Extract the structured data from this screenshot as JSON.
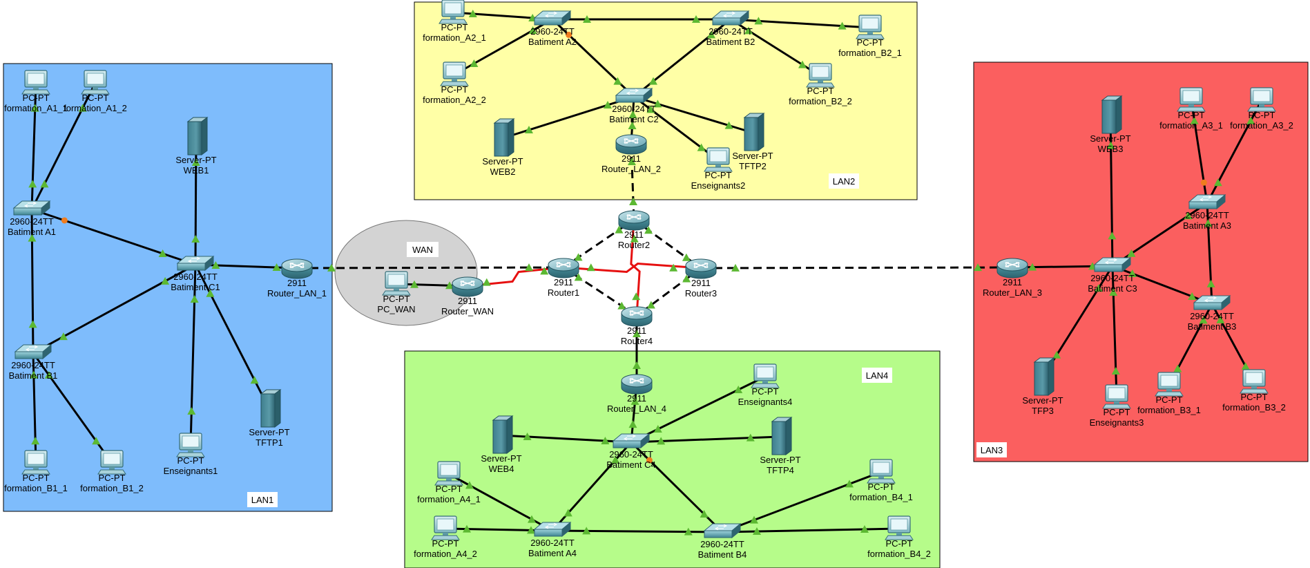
{
  "colors": {
    "lan1": "#7ebcfc",
    "lan2": "#ffffa6",
    "lan3": "#fb5f5f",
    "lan4": "#b6fc8a",
    "wan": "#d3d3d3",
    "link": "#000000",
    "serial": "#e61010",
    "port_up": "#5cb832",
    "port_warn": "#f07c1e"
  },
  "areas": {
    "lan1": "LAN1",
    "lan2": "LAN2",
    "lan3": "LAN3",
    "lan4": "LAN4",
    "wan": "WAN"
  },
  "devices": {
    "pc_a1_1": {
      "icon": "pc-icon",
      "model": "PC-PT",
      "name": "formation_A1_1"
    },
    "pc_a1_2": {
      "icon": "pc-icon",
      "model": "PC-PT",
      "name": "formation_A1_2"
    },
    "sw_a1": {
      "icon": "switch-icon",
      "model": "2960-24TT",
      "name": "Batiment A1"
    },
    "sw_b1": {
      "icon": "switch-icon",
      "model": "2960-24TT",
      "name": "Batiment B1"
    },
    "sw_c1": {
      "icon": "switch-icon",
      "model": "2960-24TT",
      "name": "Batiment C1"
    },
    "srv_web1": {
      "icon": "server-icon",
      "model": "Server-PT",
      "name": "WEB1"
    },
    "srv_tftp1": {
      "icon": "server-icon",
      "model": "Server-PT",
      "name": "TFTP1"
    },
    "pc_ens1": {
      "icon": "pc-icon",
      "model": "PC-PT",
      "name": "Enseignants1"
    },
    "pc_b1_1": {
      "icon": "pc-icon",
      "model": "PC-PT",
      "name": "formation_B1_1"
    },
    "pc_b1_2": {
      "icon": "pc-icon",
      "model": "PC-PT",
      "name": "formation_B1_2"
    },
    "rt_lan1": {
      "icon": "router-icon",
      "model": "2911",
      "name": "Router_LAN_1"
    },
    "pc_a2_1": {
      "icon": "pc-icon",
      "model": "PC-PT",
      "name": "formation_A2_1"
    },
    "pc_a2_2": {
      "icon": "pc-icon",
      "model": "PC-PT",
      "name": "formation_A2_2"
    },
    "sw_a2": {
      "icon": "switch-icon",
      "model": "2960-24TT",
      "name": "Batiment A2"
    },
    "sw_b2": {
      "icon": "switch-icon",
      "model": "2960-24TT",
      "name": "Batiment B2"
    },
    "sw_c2": {
      "icon": "switch-icon",
      "model": "2960-24TT",
      "name": "Batiment C2"
    },
    "pc_b2_1": {
      "icon": "pc-icon",
      "model": "PC-PT",
      "name": "formation_B2_1"
    },
    "pc_b2_2": {
      "icon": "pc-icon",
      "model": "PC-PT",
      "name": "formation_B2_2"
    },
    "srv_web2": {
      "icon": "server-icon",
      "model": "Server-PT",
      "name": "WEB2"
    },
    "srv_tftp2": {
      "icon": "server-icon",
      "model": "Server-PT",
      "name": "TFTP2"
    },
    "pc_ens2": {
      "icon": "pc-icon",
      "model": "PC-PT",
      "name": "Enseignants2"
    },
    "rt_lan2": {
      "icon": "router-icon",
      "model": "2911",
      "name": "Router_LAN_2"
    },
    "pc_wan": {
      "icon": "pc-icon",
      "model": "PC-PT",
      "name": "PC_WAN"
    },
    "rt_wan": {
      "icon": "router-icon",
      "model": "2911",
      "name": "Router_WAN"
    },
    "rt_1": {
      "icon": "router-icon",
      "model": "2911",
      "name": "Router1"
    },
    "rt_2": {
      "icon": "router-icon",
      "model": "2911",
      "name": "Router2"
    },
    "rt_3": {
      "icon": "router-icon",
      "model": "2911",
      "name": "Router3"
    },
    "rt_4": {
      "icon": "router-icon",
      "model": "2911",
      "name": "Router4"
    },
    "rt_lan3": {
      "icon": "router-icon",
      "model": "2911",
      "name": "Router_LAN_3"
    },
    "sw_c3": {
      "icon": "switch-icon",
      "model": "2960-24TT",
      "name": "Batiment C3"
    },
    "sw_a3": {
      "icon": "switch-icon",
      "model": "2960-24TT",
      "name": "Batiment A3"
    },
    "sw_b3": {
      "icon": "switch-icon",
      "model": "2960-24TT",
      "name": "Batiment B3"
    },
    "srv_web3": {
      "icon": "server-icon",
      "model": "Server-PT",
      "name": "WEB3"
    },
    "pc_a3_1": {
      "icon": "pc-icon",
      "model": "PC-PT",
      "name": "formation_A3_1"
    },
    "pc_a3_2": {
      "icon": "pc-icon",
      "model": "PC-PT",
      "name": "formation_A3_2"
    },
    "srv_tfp3": {
      "icon": "server-icon",
      "model": "Server-PT",
      "name": "TFP3"
    },
    "pc_ens3": {
      "icon": "pc-icon",
      "model": "PC-PT",
      "name": "Enseignants3"
    },
    "pc_b3_1": {
      "icon": "pc-icon",
      "model": "PC-PT",
      "name": "formation_B3_1"
    },
    "pc_b3_2": {
      "icon": "pc-icon",
      "model": "PC-PT",
      "name": "formation_B3_2"
    },
    "rt_lan4": {
      "icon": "router-icon",
      "model": "2911",
      "name": "Router_LAN_4"
    },
    "sw_c4": {
      "icon": "switch-icon",
      "model": "2960-24TT",
      "name": "Batiment C4"
    },
    "sw_a4": {
      "icon": "switch-icon",
      "model": "2960-24TT",
      "name": "Batiment A4"
    },
    "sw_b4": {
      "icon": "switch-icon",
      "model": "2960-24TT",
      "name": "Batiment B4"
    },
    "srv_web4": {
      "icon": "server-icon",
      "model": "Server-PT",
      "name": "WEB4"
    },
    "srv_tftp4": {
      "icon": "server-icon",
      "model": "Server-PT",
      "name": "TFTP4"
    },
    "pc_ens4": {
      "icon": "pc-icon",
      "model": "PC-PT",
      "name": "Enseignants4"
    },
    "pc_a4_1": {
      "icon": "pc-icon",
      "model": "PC-PT",
      "name": "formation_A4_1"
    },
    "pc_a4_2": {
      "icon": "pc-icon",
      "model": "PC-PT",
      "name": "formation_A4_2"
    },
    "pc_b4_1": {
      "icon": "pc-icon",
      "model": "PC-PT",
      "name": "formation_B4_1"
    },
    "pc_b4_2": {
      "icon": "pc-icon",
      "model": "PC-PT",
      "name": "formation_B4_2"
    }
  },
  "links": [
    {
      "from": "pc_a1_1",
      "to": "sw_a1",
      "kind": "copper"
    },
    {
      "from": "pc_a1_2",
      "to": "sw_a1",
      "kind": "copper"
    },
    {
      "from": "sw_a1",
      "to": "sw_b1",
      "kind": "copper"
    },
    {
      "from": "sw_a1",
      "to": "sw_c1",
      "kind": "copper",
      "warn": true
    },
    {
      "from": "sw_b1",
      "to": "sw_c1",
      "kind": "copper"
    },
    {
      "from": "srv_web1",
      "to": "sw_c1",
      "kind": "copper"
    },
    {
      "from": "sw_c1",
      "to": "pc_ens1",
      "kind": "copper"
    },
    {
      "from": "sw_c1",
      "to": "srv_tftp1",
      "kind": "copper"
    },
    {
      "from": "sw_b1",
      "to": "pc_b1_1",
      "kind": "copper"
    },
    {
      "from": "sw_b1",
      "to": "pc_b1_2",
      "kind": "copper"
    },
    {
      "from": "sw_c1",
      "to": "rt_lan1",
      "kind": "copper"
    },
    {
      "from": "pc_a2_1",
      "to": "sw_a2",
      "kind": "copper"
    },
    {
      "from": "pc_a2_2",
      "to": "sw_a2",
      "kind": "copper"
    },
    {
      "from": "sw_a2",
      "to": "sw_b2",
      "kind": "copper"
    },
    {
      "from": "sw_a2",
      "to": "sw_c2",
      "kind": "copper",
      "warn": true
    },
    {
      "from": "sw_b2",
      "to": "sw_c2",
      "kind": "copper"
    },
    {
      "from": "sw_b2",
      "to": "pc_b2_1",
      "kind": "copper"
    },
    {
      "from": "sw_b2",
      "to": "pc_b2_2",
      "kind": "copper"
    },
    {
      "from": "srv_web2",
      "to": "sw_c2",
      "kind": "copper"
    },
    {
      "from": "sw_c2",
      "to": "srv_tftp2",
      "kind": "copper"
    },
    {
      "from": "sw_c2",
      "to": "pc_ens2",
      "kind": "copper"
    },
    {
      "from": "sw_c2",
      "to": "rt_lan2",
      "kind": "copper"
    },
    {
      "from": "pc_wan",
      "to": "rt_wan",
      "kind": "copper"
    },
    {
      "from": "rt_wan",
      "to": "rt_1",
      "kind": "serial"
    },
    {
      "from": "rt_1",
      "to": "rt_3",
      "kind": "serial"
    },
    {
      "from": "rt_2",
      "to": "rt_4",
      "kind": "serial"
    },
    {
      "from": "rt_1",
      "to": "rt_2",
      "kind": "crossover"
    },
    {
      "from": "rt_1",
      "to": "rt_4",
      "kind": "crossover"
    },
    {
      "from": "rt_2",
      "to": "rt_3",
      "kind": "crossover"
    },
    {
      "from": "rt_3",
      "to": "rt_4",
      "kind": "crossover"
    },
    {
      "from": "rt_lan1",
      "to": "rt_1",
      "kind": "crossover"
    },
    {
      "from": "rt_lan2",
      "to": "rt_2",
      "kind": "crossover"
    },
    {
      "from": "rt_3",
      "to": "rt_lan3",
      "kind": "crossover"
    },
    {
      "from": "rt_4",
      "to": "rt_lan4",
      "kind": "copper"
    },
    {
      "from": "rt_lan3",
      "to": "sw_c3",
      "kind": "copper"
    },
    {
      "from": "sw_c3",
      "to": "srv_web3",
      "kind": "copper"
    },
    {
      "from": "sw_c3",
      "to": "sw_a3",
      "kind": "copper"
    },
    {
      "from": "sw_c3",
      "to": "sw_b3",
      "kind": "copper"
    },
    {
      "from": "sw_a3",
      "to": "sw_b3",
      "kind": "copper"
    },
    {
      "from": "sw_a3",
      "to": "pc_a3_1",
      "kind": "copper",
      "warn": true
    },
    {
      "from": "sw_a3",
      "to": "pc_a3_2",
      "kind": "copper"
    },
    {
      "from": "sw_c3",
      "to": "srv_tfp3",
      "kind": "copper"
    },
    {
      "from": "sw_c3",
      "to": "pc_ens3",
      "kind": "copper"
    },
    {
      "from": "sw_b3",
      "to": "pc_b3_1",
      "kind": "copper"
    },
    {
      "from": "sw_b3",
      "to": "pc_b3_2",
      "kind": "copper"
    },
    {
      "from": "rt_lan4",
      "to": "sw_c4",
      "kind": "copper"
    },
    {
      "from": "srv_web4",
      "to": "sw_c4",
      "kind": "copper"
    },
    {
      "from": "sw_c4",
      "to": "srv_tftp4",
      "kind": "copper"
    },
    {
      "from": "sw_c4",
      "to": "pc_ens4",
      "kind": "copper"
    },
    {
      "from": "sw_c4",
      "to": "sw_a4",
      "kind": "copper"
    },
    {
      "from": "sw_c4",
      "to": "sw_b4",
      "kind": "copper",
      "warn": true
    },
    {
      "from": "sw_a4",
      "to": "sw_b4",
      "kind": "copper"
    },
    {
      "from": "pc_a4_1",
      "to": "sw_a4",
      "kind": "copper"
    },
    {
      "from": "pc_a4_2",
      "to": "sw_a4",
      "kind": "copper"
    },
    {
      "from": "sw_b4",
      "to": "pc_b4_1",
      "kind": "copper"
    },
    {
      "from": "sw_b4",
      "to": "pc_b4_2",
      "kind": "copper"
    }
  ]
}
